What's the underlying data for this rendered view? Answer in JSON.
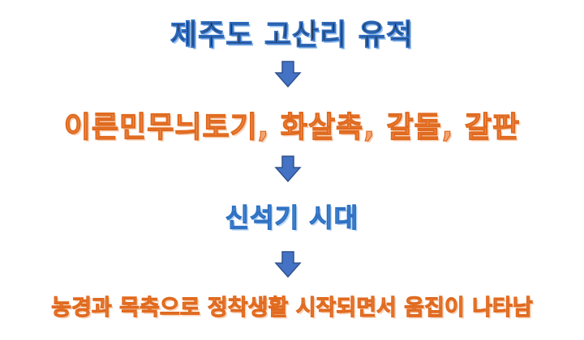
{
  "title": "제주도 고산리 유적",
  "steps": [
    "이른민무늬토기, 화살촉, 갈돌, 갈판",
    "신석기 시대",
    "농경과 목축으로 정착생활 시작되면서 움집이 나타남"
  ],
  "colors": {
    "arrow": "#4472c4",
    "orange_text": "#ed7d31",
    "blue_text": "#2f72c4",
    "title_text": "#1f1f1f"
  },
  "icons": [
    "arrow-down-icon"
  ]
}
